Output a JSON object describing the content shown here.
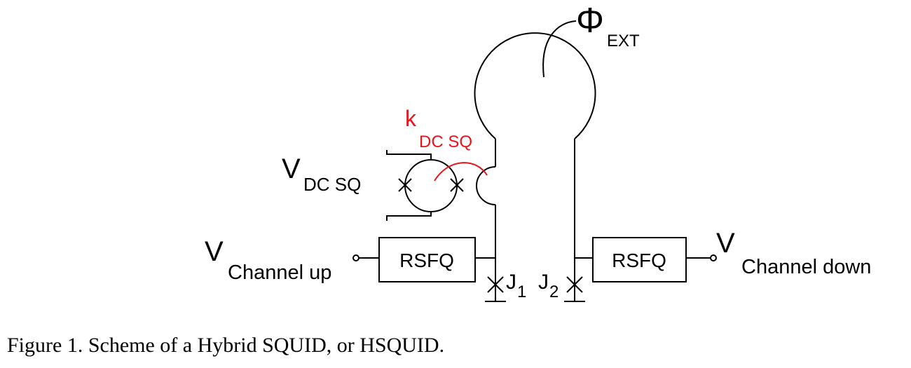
{
  "labels": {
    "phi_main": "Φ",
    "phi_sub": "EXT",
    "k_main": "k",
    "k_sub": "DC SQ",
    "vdc_main": "V",
    "vdc_sub": "DC SQ",
    "vup_main": "V",
    "vup_sub": "Channel up",
    "vdown_main": "V",
    "vdown_sub": "Channel down",
    "rsfq_left": "RSFQ",
    "rsfq_right": "RSFQ",
    "j1_main": "J",
    "j1_sub": "1",
    "j2_main": "J",
    "j2_sub": "2"
  },
  "caption": "Figure 1. Scheme of a Hybrid SQUID, or HSQUID.",
  "colors": {
    "coupling": "#e8141e",
    "line": "#000000"
  }
}
